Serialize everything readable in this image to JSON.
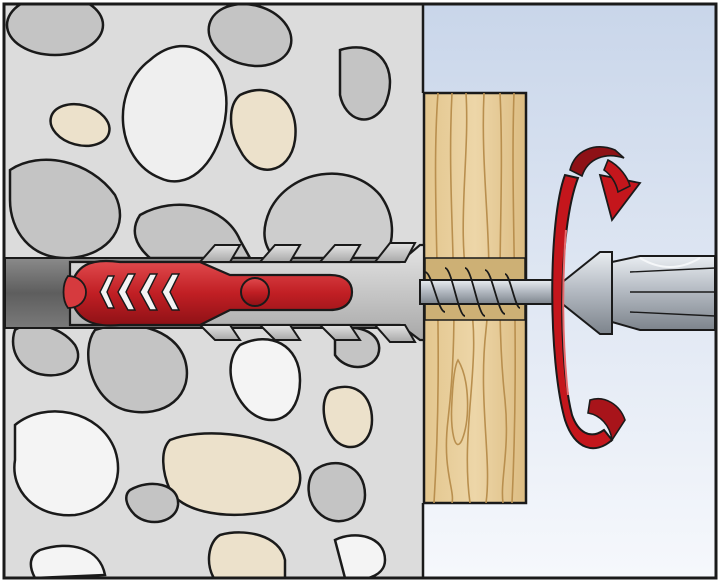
{
  "illustration": {
    "components": [
      "concrete-wall",
      "wall-aggregate-stones",
      "drilled-hole",
      "plug-anchor",
      "wooden-board",
      "screw",
      "screwdriver",
      "rotation-arrow"
    ],
    "colors": {
      "concrete": "#dcdcdc",
      "stone_gray": "#c4c4c4",
      "stone_light": "#efefef",
      "stone_beige": "#ece1cb",
      "hole": "#6e6e6e",
      "plug_red": "#c11f24",
      "plug_gray": "#c8c8c8",
      "wood": "#e7cd98",
      "wood_grain": "#b98f4e",
      "screw_steel": "#b8bec6",
      "sky_top": "#c9d6ea",
      "sky_bottom": "#f6f8fc",
      "arrow_red": "#c4161c",
      "outline": "#1a1a1a"
    },
    "rotation_direction": "clockwise"
  }
}
